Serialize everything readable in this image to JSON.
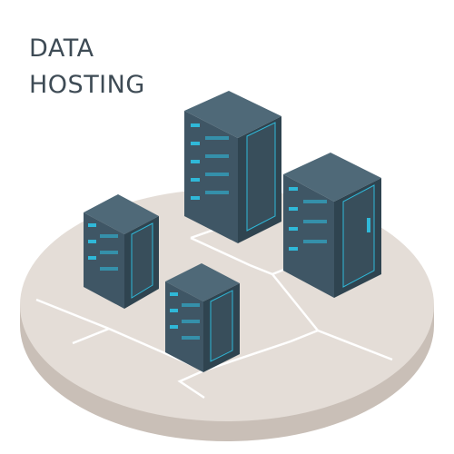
{
  "title": {
    "line1": "DATA",
    "line2": "HOSTING"
  },
  "colors": {
    "text": "#3e4b55",
    "platform_top": "#e4ddd7",
    "platform_side": "#c9bfb7",
    "server_top": "#4f6978",
    "server_front": "#3f5665",
    "server_side": "#2f4450",
    "led": "#2fb8d8"
  },
  "objects": [
    "platform",
    "server-rack-tall",
    "server-rack-right",
    "server-rack-left",
    "server-rack-front"
  ]
}
